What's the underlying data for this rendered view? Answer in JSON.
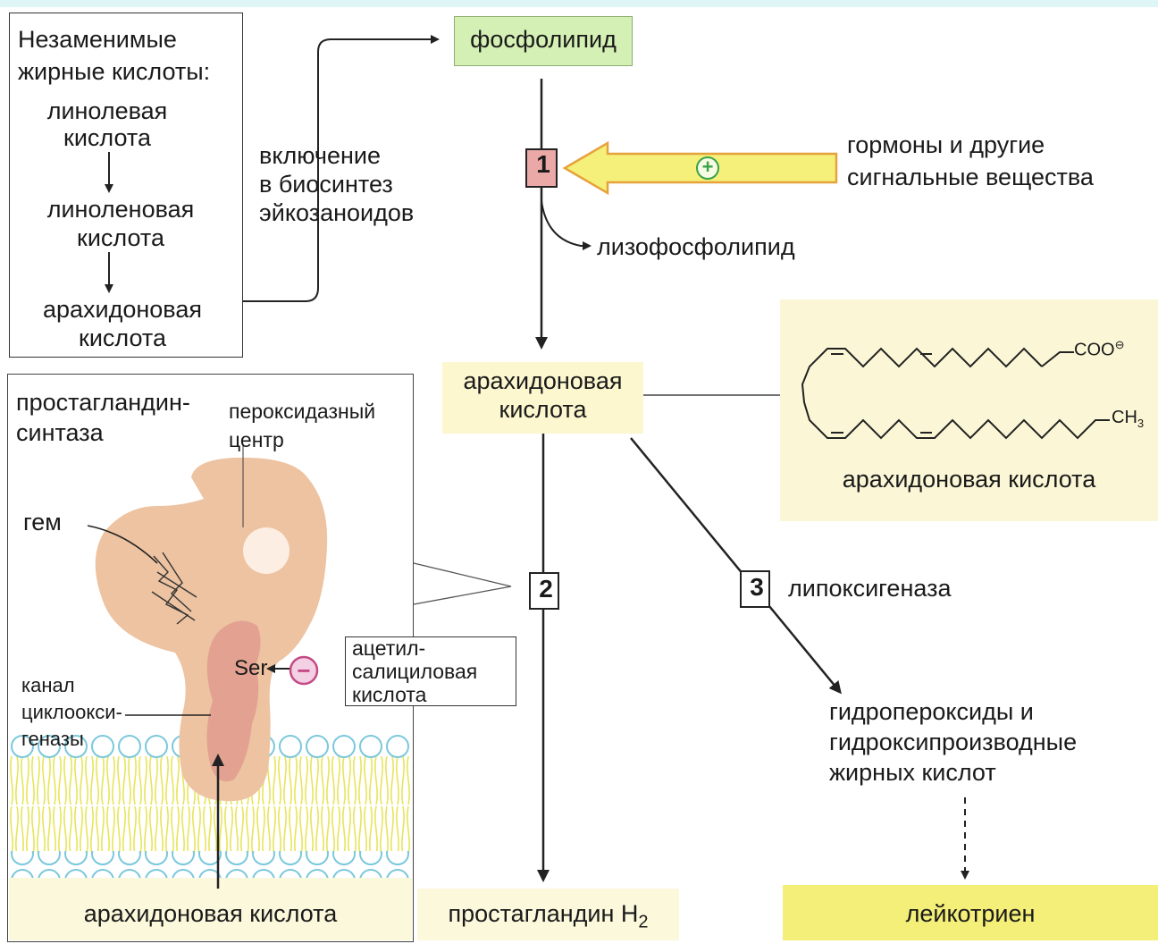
{
  "essential": {
    "title_line1": "Незаменимые",
    "title_line2": "жирные кислоты:",
    "item1_line1": "линолевая",
    "item1_line2": "кислота",
    "item2_line1": "линоленовая",
    "item2_line2": "кислота",
    "item3_line1": "арахидоновая",
    "item3_line2": "кислота"
  },
  "inclusion": {
    "line1": "включение",
    "line2": "в биосинтез",
    "line3": "эйкозаноидов"
  },
  "phospholipid": "фосфолипид",
  "step1": "1",
  "step2": "2",
  "step3": "3",
  "plus_sign": "+",
  "hormones": {
    "line1": "гормоны и другие",
    "line2": "сигнальные вещества"
  },
  "lysophospholipid": "лизофосфолипид",
  "arachidonic_center": {
    "line1": "арахидоновая",
    "line2": "кислота"
  },
  "structure": {
    "caption": "арахидоновая кислота",
    "coo": "COO",
    "charge": "⊖",
    "ch3": "CH",
    "ch3_sub": "3"
  },
  "enzyme_panel": {
    "title_line1": "простагландин-",
    "title_line2": "синтаза",
    "peroxidase_line1": "пероксидазный",
    "peroxidase_line2": "центр",
    "heme": "гем",
    "channel_line1": "канал",
    "channel_line2": "циклоокси-",
    "channel_line3": "геназы",
    "ser": "Ser",
    "minus_sign": "−",
    "bottom_label": "арахидоновая кислота"
  },
  "aspirin": {
    "line1": "ацетил-",
    "line2": "салициловая",
    "line3": "кислота"
  },
  "lipoxygenase": "липоксигеназа",
  "hydroperoxides": {
    "line1": "гидропероксиды и",
    "line2": "гидроксипроизводные",
    "line3": "жирных кислот"
  },
  "prostaglandin": "простагландин H",
  "prostaglandin_sub": "2",
  "leukotriene": "лейкотриен",
  "colors": {
    "phospholipid_bg": "#d4f0b4",
    "step1_bg": "#eaa9a6",
    "yellow_arrow": "#f4f07a",
    "structure_bg": "#fbf7d6",
    "arachidonic_bg": "#fcf7cf",
    "leukotriene_bg": "#f4ef79",
    "enzyme": "#edc3a1",
    "channel": "#e19e8f",
    "membrane_yellow": "#f4f38a",
    "membrane_blue": "#9ad6e6"
  }
}
